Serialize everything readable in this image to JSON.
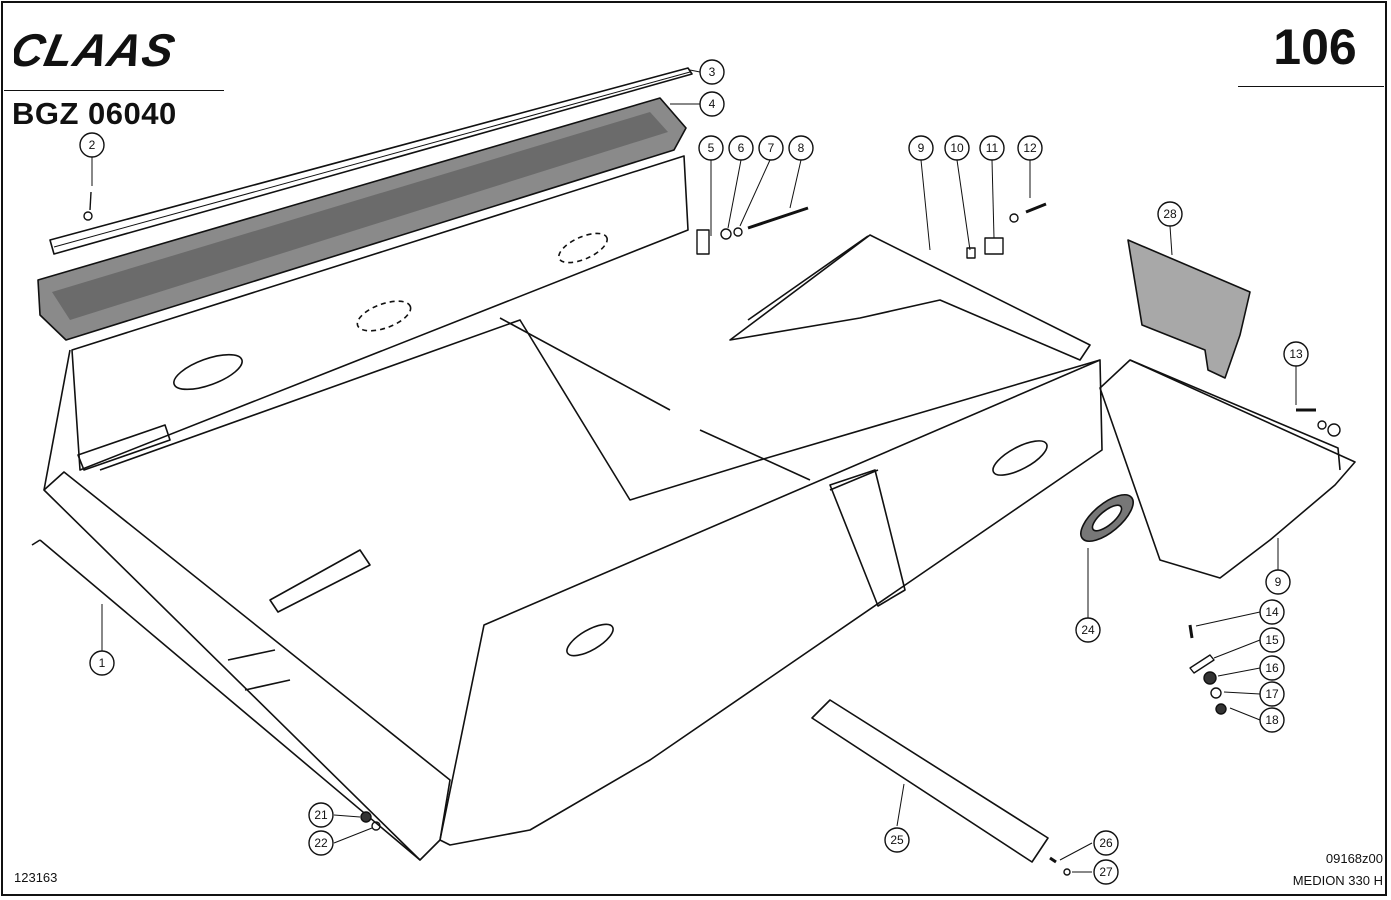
{
  "header": {
    "brand": "CLAAS",
    "group_code": "BGZ 06040",
    "page_number": "106"
  },
  "footer": {
    "left_code": "123163",
    "drawing_code": "09168z00",
    "model": "MEDION 330 H"
  },
  "callouts": [
    "1",
    "2",
    "3",
    "4",
    "5",
    "6",
    "7",
    "8",
    "9",
    "10",
    "11",
    "12",
    "13",
    "14",
    "15",
    "16",
    "17",
    "18",
    "21",
    "22",
    "24",
    "25",
    "26",
    "27",
    "28",
    "9"
  ]
}
